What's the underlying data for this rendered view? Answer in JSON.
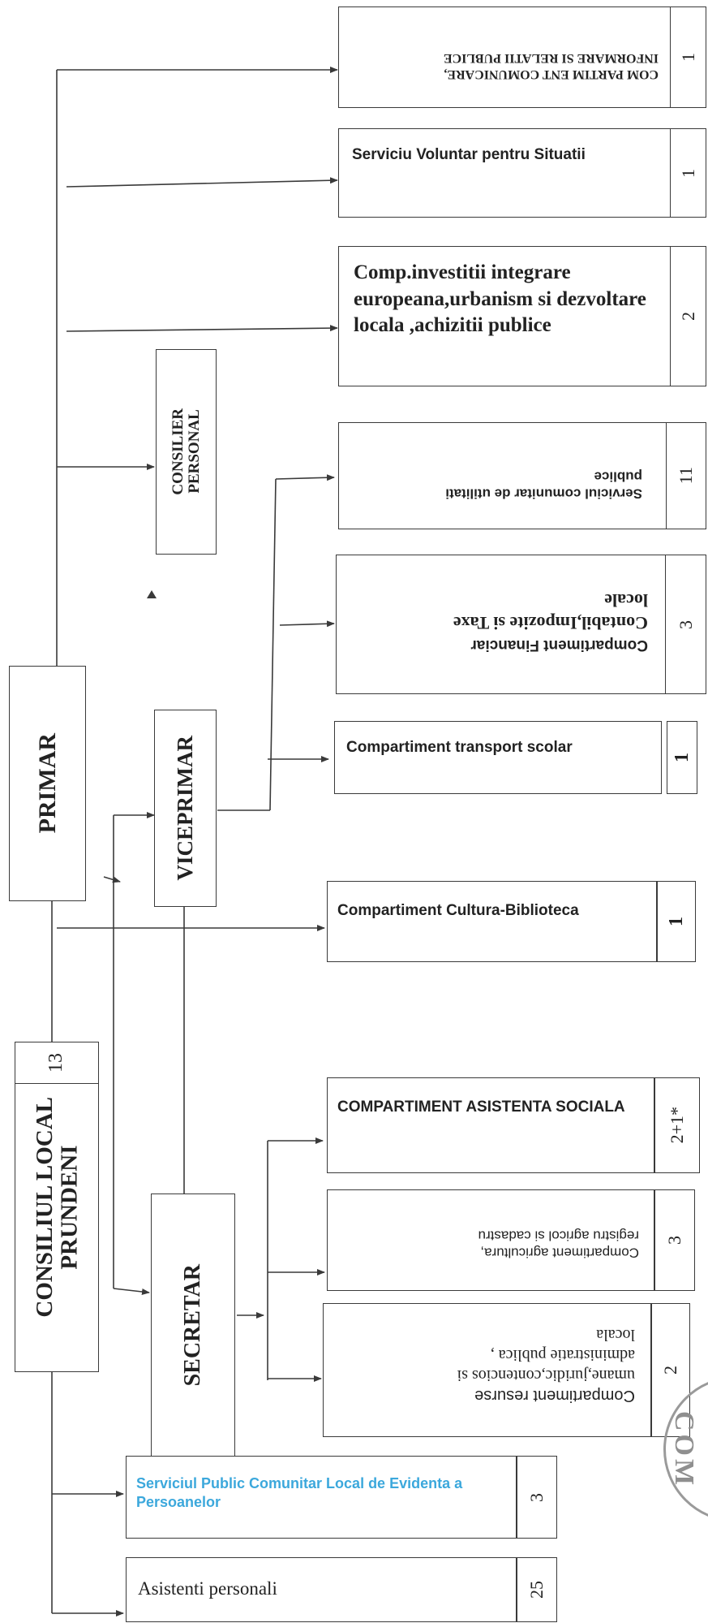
{
  "title_blocks": {
    "consiliu": "CONSILIUL LOCAL\nPRUNDENI",
    "consiliu_count": "13",
    "primar": "PRIMAR",
    "viceprimar": "VICEPRIMAR",
    "secretar": "SECRETAR",
    "consilier": "CONSILIER\nPERSONAL"
  },
  "units": [
    {
      "key": "comunicare",
      "line1": "COM PARTIM ENT COMUNICARE,",
      "line2": "INFORMARE SI RELATII PUBLICE",
      "count": "1"
    },
    {
      "key": "voluntar",
      "label": "Serviciu Voluntar pentru Situatii",
      "count": "1"
    },
    {
      "key": "investitii",
      "label": "Comp.investitii integrare europeana,urbanism si dezvoltare locala ,achizitii publice",
      "count": "2"
    },
    {
      "key": "utilitati",
      "line1": "Serviciul comunitar de utilitati",
      "line2": "publice",
      "count": "11"
    },
    {
      "key": "financiar",
      "line1": "Compartiment Financiar",
      "line2": "Contabil,Impozite si Taxe",
      "line3": "locale",
      "count": "3"
    },
    {
      "key": "transport",
      "label": "Compartiment transport scolar",
      "count": "1"
    },
    {
      "key": "cultura",
      "label": "Compartiment Cultura-Biblioteca",
      "count": "1"
    },
    {
      "key": "asistenta",
      "label": "COMPARTIMENT ASISTENTA SOCIALA",
      "count": "2+1*"
    },
    {
      "key": "agricultura",
      "line1": "Compartiment agricultura,",
      "line2": "registru agricol si cadastru",
      "count": "3"
    },
    {
      "key": "resurse",
      "line1": "Compartiment resurse",
      "line2": "umane,juridic,contencios si",
      "line3": "administratie publica ,",
      "line4": "locala",
      "count": "2"
    },
    {
      "key": "evidenta",
      "label": "Serviciul Public Comunitar Local de Evidenta a Persoanelor",
      "count": "3"
    },
    {
      "key": "asistenti",
      "label": "Asistenti personali",
      "count": "25"
    }
  ],
  "stamp": {
    "text": "COM"
  },
  "colors": {
    "line": "#3a3a3a",
    "accent_text": "#3ca8dc"
  }
}
